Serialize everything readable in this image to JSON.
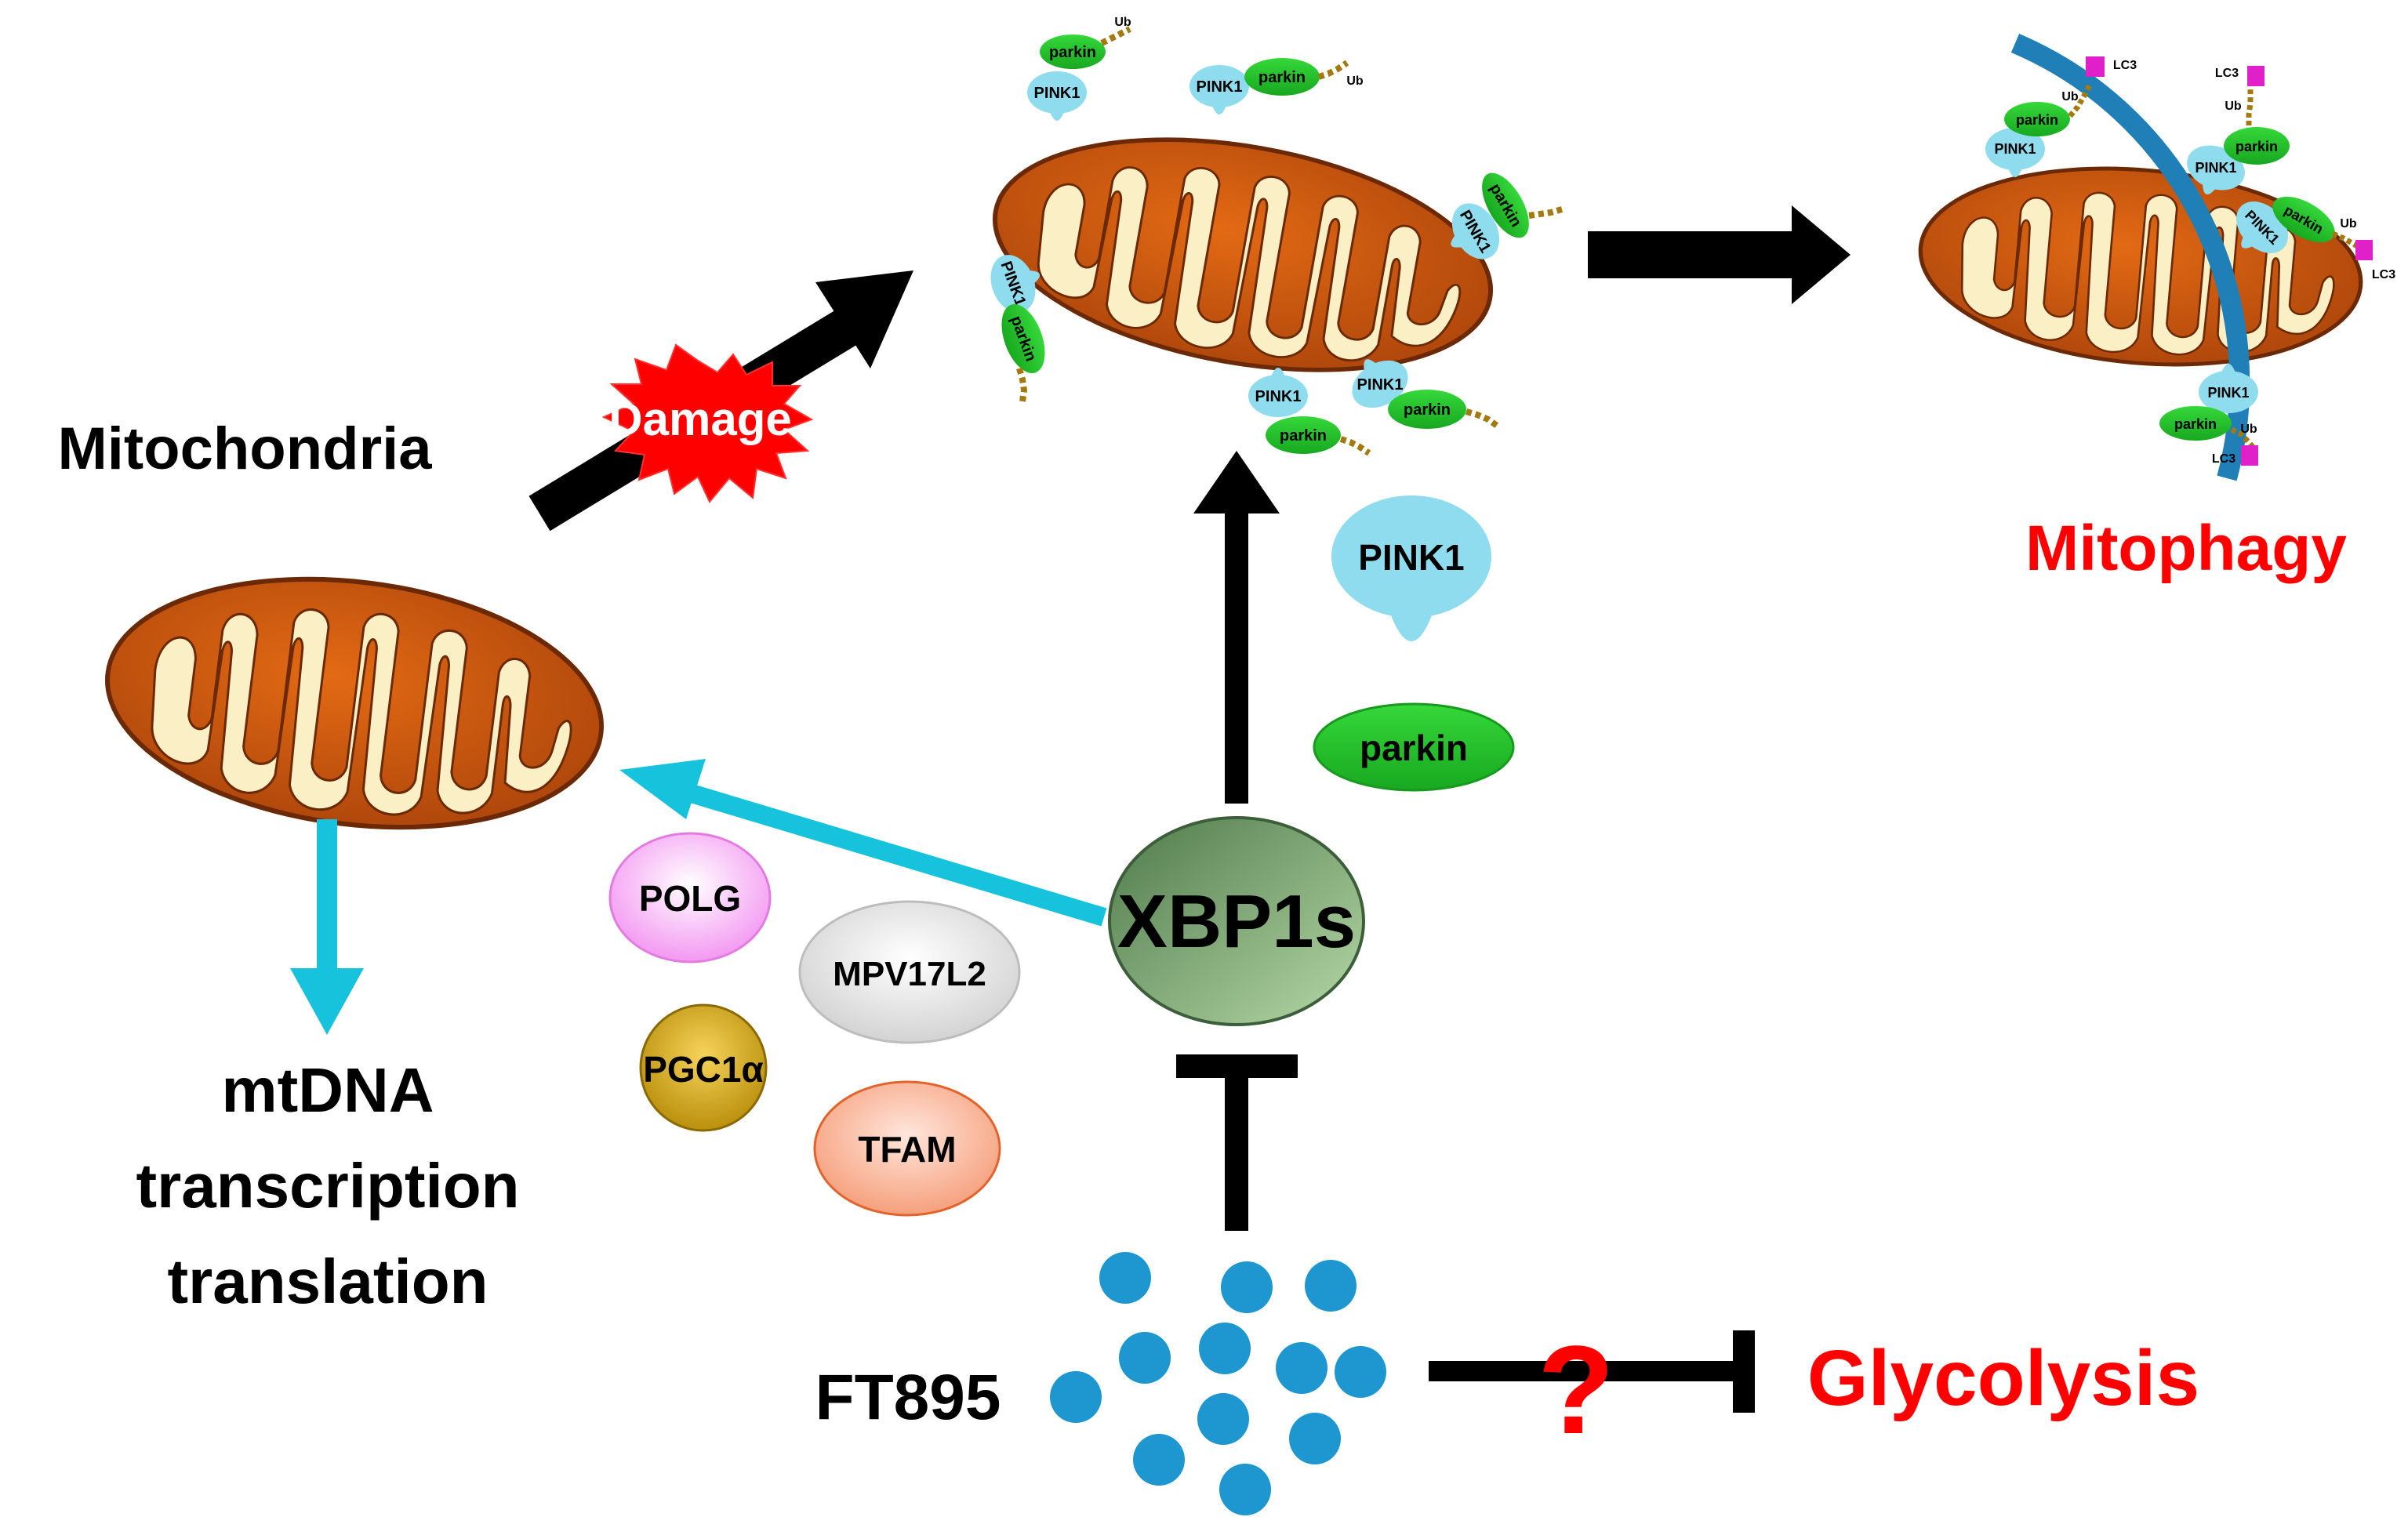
{
  "labels": {
    "mitochondria": "Mitochondria",
    "damage": "Damage",
    "mtdna_lines": [
      "mtDNA",
      "transcription",
      "translation"
    ],
    "mitophagy": "Mitophagy",
    "xbp1s": "XBP1s",
    "ft895": "FT895",
    "glycolysis": "Glycolysis",
    "question": "?",
    "pink1": "PINK1",
    "parkin": "parkin",
    "polg": "POLG",
    "mpv17l2": "MPV17L2",
    "pgc1a": "PGC1α",
    "tfam": "TFAM",
    "small_pink1": "PINK1",
    "small_parkin": "parkin",
    "ub": "Ub",
    "lc3": "LC3"
  },
  "colors": {
    "black_arrow": "#000000",
    "cyan_arrow": "#17c3dc",
    "red_text": "#ff0000",
    "mito_outer": "#c0500a",
    "mito_inner": "#fbefc6",
    "pink1_fill": "#8fdcee",
    "parkin_fill": "#2dc836",
    "ub_chain": "#a27a10",
    "lc3_fill": "#e020c8",
    "phagophore": "#1f7fb6",
    "xbp1s_fill": "#6f9d68",
    "polg_fill": "#f4b0f0",
    "mpv17l2_fill": "#dddddd",
    "pgc1a_fill": "#d1a418",
    "tfam_fill": "#f4a07a",
    "ft895_dots": "#1e96d0"
  },
  "icons": {
    "mitochondrion": "mitochondrion-icon",
    "damage_burst": "explosion-burst-icon",
    "drug_dots": "molecule-dots-icon",
    "inhibition": "t-bar-inhibition-icon"
  }
}
